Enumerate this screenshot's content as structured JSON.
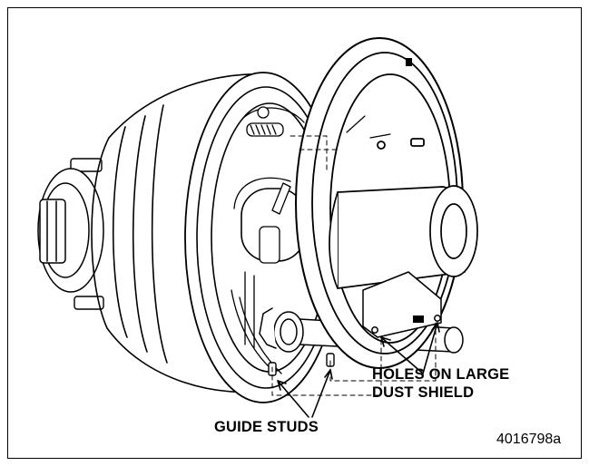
{
  "callouts": {
    "holes_line1": "HOLES ON LARGE",
    "holes_line2": "DUST SHIELD",
    "guide_studs": "GUIDE STUDS"
  },
  "figure_number": "4016798a",
  "colors": {
    "line": "#000000",
    "background": "#ffffff"
  },
  "icons": [
    "hub-assembly",
    "large-dust-shield",
    "guide-stud",
    "arrow-pointer"
  ]
}
